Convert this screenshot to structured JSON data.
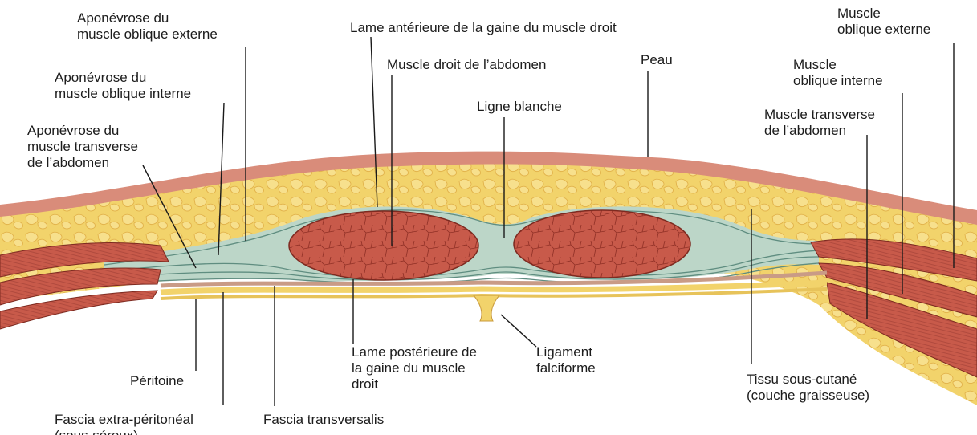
{
  "figure": {
    "colors": {
      "skin": "#d98c7a",
      "subcutaneous_fat": "#f2d36b",
      "fat_lobule_outline": "#e6b64a",
      "aponeurosis": "#bcd6c8",
      "aponeurosis_lines": "#5f8d80",
      "muscle": "#c85a4a",
      "muscle_fiber": "#8f2f25",
      "peritoneum": "#e7c35a",
      "fascia_transversalis": "#c99b86"
    },
    "labels": {
      "apo_oblique_externe": [
        "Aponévrose du",
        "muscle oblique externe"
      ],
      "apo_oblique_interne": [
        "Aponévrose du",
        "muscle oblique interne"
      ],
      "apo_transverse": [
        "Aponévrose du",
        "muscle transverse",
        "de l’abdomen"
      ],
      "lame_anterieure": [
        "Lame antérieure de la gaine du muscle droit"
      ],
      "muscle_droit": [
        "Muscle droit de l’abdomen"
      ],
      "peau": [
        "Peau"
      ],
      "ligne_blanche": [
        "Ligne blanche"
      ],
      "muscle_oblique_externe": [
        "Muscle",
        "oblique externe"
      ],
      "muscle_oblique_interne": [
        "Muscle",
        "oblique interne"
      ],
      "muscle_transverse": [
        "Muscle transverse",
        "de l’abdomen"
      ],
      "lame_posterieure": [
        "Lame postérieure de",
        "la gaine du muscle",
        "droit"
      ],
      "ligament_falciforme": [
        "Ligament",
        "falciforme"
      ],
      "peritoine": [
        "Péritoine"
      ],
      "fascia_extra_peritoneal": [
        "Fascia extra-péritonéal",
        "(sous-séreux)"
      ],
      "fascia_transversalis": [
        "Fascia transversalis"
      ],
      "tissu_sous_cutane": [
        "Tissu sous-cutané",
        "(couche graisseuse)"
      ]
    }
  }
}
